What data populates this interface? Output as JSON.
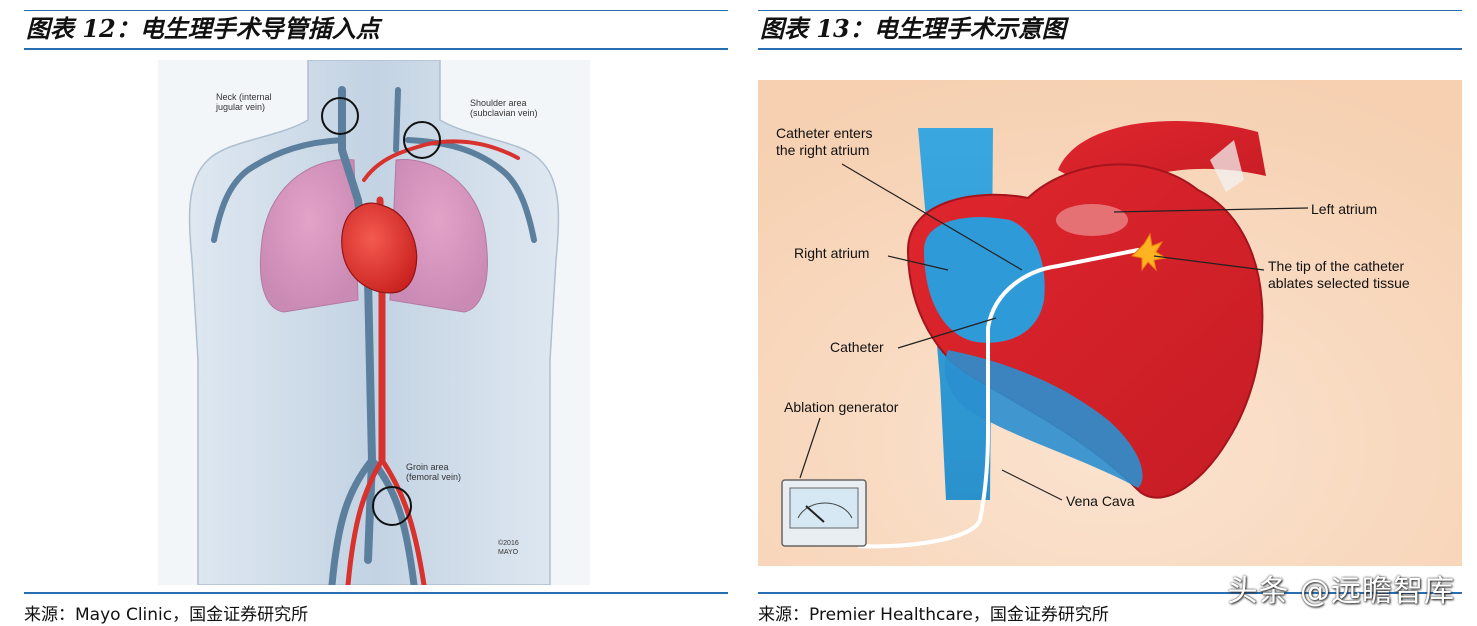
{
  "left": {
    "title": "图表 12：电生理手术导管插入点",
    "labels": {
      "neck": [
        "Neck (internal",
        "jugular vein)"
      ],
      "shoulder": [
        "Shoulder area",
        "(subclavian vein)"
      ],
      "groin": [
        "Groin area",
        "(femoral vein)"
      ],
      "copyright": [
        "©2016",
        "MAYO"
      ]
    },
    "source": "来源：Mayo Clinic，国金证券研究所"
  },
  "right": {
    "title": "图表 13：电生理手术示意图",
    "labels": {
      "catheter_enters": [
        "Catheter enters",
        "the right atrium"
      ],
      "right_atrium": "Right atrium",
      "catheter": "Catheter",
      "ablation_generator": "Ablation generator",
      "left_atrium": "Left atrium",
      "tip": [
        "The tip of the catheter",
        "ablates selected tissue"
      ],
      "vena_cava": "Vena Cava"
    },
    "source": "来源：Premier Healthcare，国金证券研究所"
  },
  "watermark": "头条 @远瞻智库",
  "colors": {
    "rule_blue": "#2a6fb3",
    "heart_red": "#d8262e",
    "vein_blue": "#2e9fdc"
  }
}
